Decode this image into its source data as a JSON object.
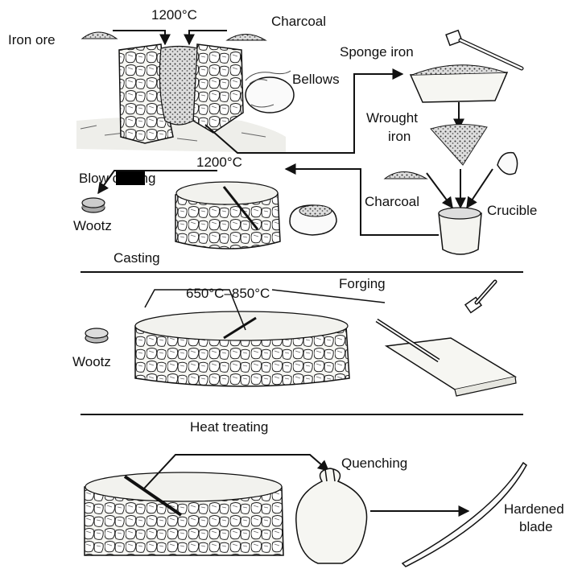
{
  "labels": {
    "temp_top": "1200°C",
    "iron_ore": "Iron ore",
    "charcoal_top": "Charcoal",
    "sponge_iron": "Sponge iron",
    "bellows": "Bellows",
    "wrought_iron_1": "Wrought",
    "wrought_iron_2": "iron",
    "temp_mid": "1200°C",
    "slow_cooling": "Blow cooling",
    "wootz_top": "Wootz",
    "charcoal_mid": "Charcoal",
    "crucible": "Crucible",
    "casting": "Casting",
    "temp_forging": "650°C–850°C",
    "forging": "Forging",
    "wootz_mid": "Wootz",
    "heat_treating": "Heat treating",
    "quenching": "Quenching",
    "hardened_1": "Hardened",
    "hardened_2": "blade"
  },
  "colors": {
    "ink": "#111111",
    "stone": "#f4f4f0",
    "shade": "#555555"
  }
}
